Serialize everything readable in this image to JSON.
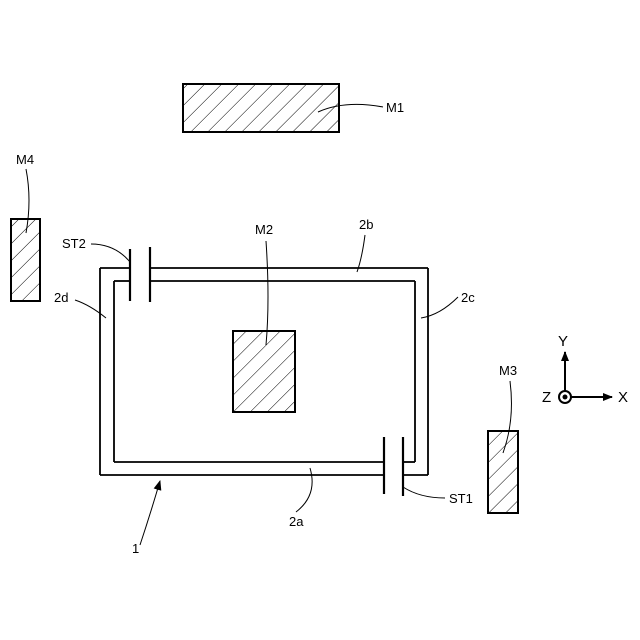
{
  "labels": {
    "m1": "M1",
    "m2": "M2",
    "m3": "M3",
    "m4": "M4",
    "st1": "ST1",
    "st2": "ST2",
    "side_a": "2a",
    "side_b": "2b",
    "side_c": "2c",
    "side_d": "2d",
    "loop": "1"
  },
  "axes": {
    "x": "X",
    "y": "Y",
    "z": "Z"
  },
  "colors": {
    "line": "#000000",
    "background": "#ffffff"
  }
}
